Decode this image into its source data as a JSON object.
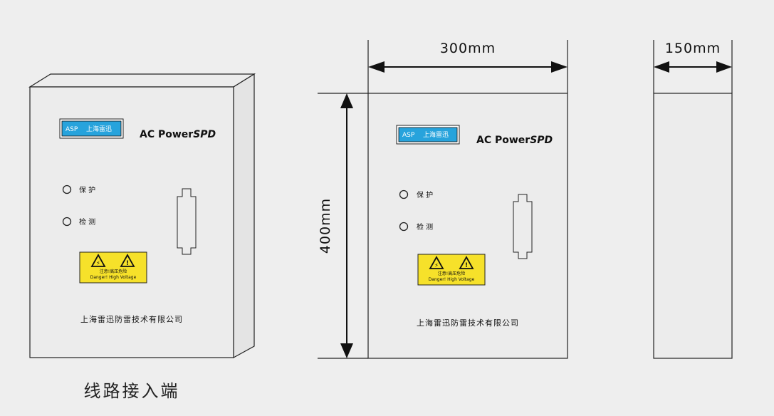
{
  "dimensions": {
    "width": "300mm",
    "height": "400mm",
    "depth": "150mm"
  },
  "panel": {
    "logo_text": "ASP",
    "logo_company": "上海雷迅",
    "product_name": "AC Power",
    "product_suffix": "SPD",
    "indicator_protect": "保 护",
    "indicator_detect": "检 测",
    "warning_cn": "注意!高压危险",
    "warning_en": "Danger! High Voltage",
    "company_name": "上海雷迅防雷技术有限公司"
  },
  "caption": "线路接入端",
  "colors": {
    "logo_blue": "#27a3dc",
    "warning_yellow": "#f6e12a",
    "enclosure": "#ececec"
  }
}
